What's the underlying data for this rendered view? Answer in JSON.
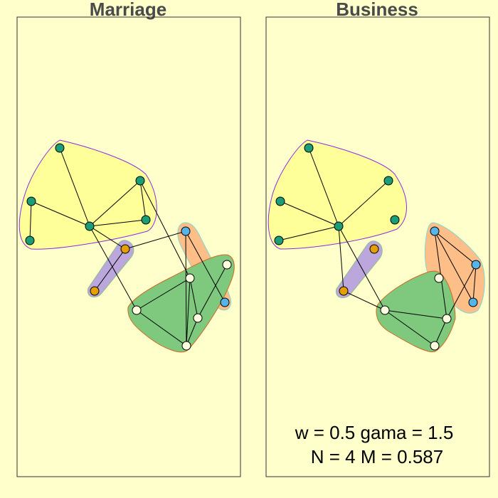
{
  "panels": [
    {
      "title": "Marriage",
      "groups": [
        {
          "name": "yellow",
          "fill": "#FFFF99",
          "stroke": "#8A2BE2"
        },
        {
          "name": "purple",
          "fill": "#BBA7DC",
          "stroke": "#8FBC8F"
        },
        {
          "name": "orange",
          "fill": "#FDBF87",
          "stroke": "#7FD6D6"
        },
        {
          "name": "green",
          "fill": "#7FC97F",
          "stroke": "#D2691E"
        }
      ]
    },
    {
      "title": "Business",
      "groups": [
        {
          "name": "yellow",
          "fill": "#FFFF99",
          "stroke": "#8A2BE2"
        },
        {
          "name": "purple",
          "fill": "#BBA7DC",
          "stroke": "#8FBC8F"
        },
        {
          "name": "orange",
          "fill": "#FDBF87",
          "stroke": "#7FD6D6"
        },
        {
          "name": "green",
          "fill": "#7FC97F",
          "stroke": "#D2691E"
        }
      ]
    }
  ],
  "node_colors": {
    "yellow": "#1B9E77",
    "purple": "#E69F00",
    "orange": "#56B4E9",
    "green": "#FFFFE0"
  },
  "caption": {
    "line1": "w = 0.5 gama = 1.5",
    "line2": "N = 4 M = 0.587"
  },
  "colors": {
    "background": "#FFFFCC",
    "title": "#4A4A4A"
  }
}
